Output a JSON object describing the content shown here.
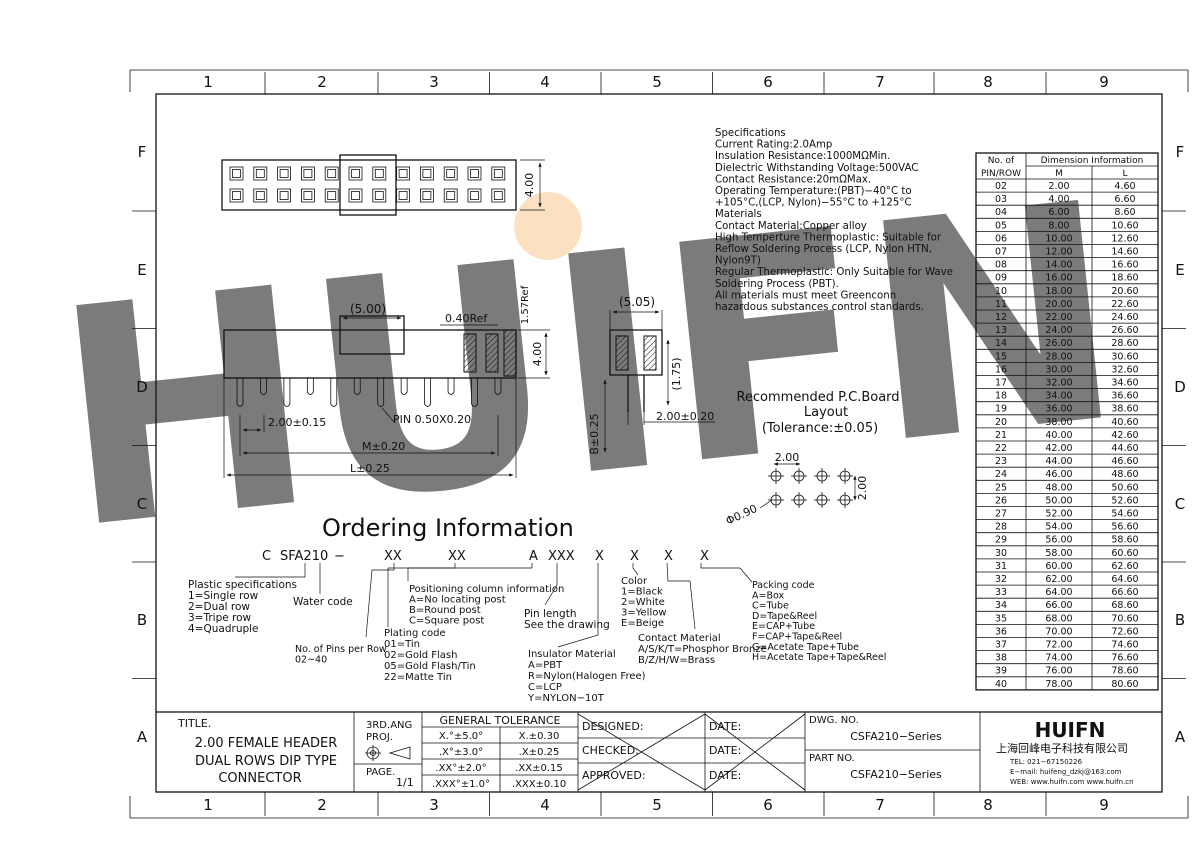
{
  "frame": {
    "columns": [
      "1",
      "2",
      "3",
      "4",
      "5",
      "6",
      "7",
      "8",
      "9"
    ],
    "rows": [
      "F",
      "E",
      "D",
      "C",
      "B",
      "A"
    ]
  },
  "watermark": {
    "text": "HUIFN"
  },
  "specifications": {
    "lines": [
      "Specifications",
      "Current Rating:2.0Amp",
      "Insulation Resistance:1000MΩMin.",
      "Dielectric Withstanding Voltage:500VAC",
      "Contact Resistance:20mΩMax.",
      "Operating Temperature:(PBT)−40°C to",
      "+105°C,(LCP, Nylon)−55°C to +125°C",
      "Materials",
      "Contact Material:Copper alloy",
      "High Temperture Thermoplastic: Suitable for",
      "Reflow Soldering Process (LCP, Nylon HTN,",
      "Nylon9T)",
      "Regular Thermoplastic: Only Suitable for Wave",
      "Soldering Process (PBT).",
      "All materials must meet Greenconn",
      "hazardous substances control standards."
    ]
  },
  "dims": {
    "top_height": "4.00",
    "side_width": "(5.00)",
    "side_ref": "0.40Ref",
    "side_ref2": "1.57Ref",
    "side_height": "4.00",
    "pin": "PIN  0.50X0.20",
    "pitch": "2.00±0.15",
    "m": "M±0.20",
    "l": "L±0.25",
    "end_width": "(5.05)",
    "end_h": "(1.75)",
    "end_b": "B±0.25",
    "end_pitch": "2.00±0.20"
  },
  "pcb": {
    "title1": "Recommended  P.C.Board",
    "title2": "Layout",
    "title3": "(Tolerance:±0.05)",
    "pitch_x": "2.00",
    "pitch_y": "2.00",
    "hole": "Φ0.90"
  },
  "ordering": {
    "title": "Ordering  Information",
    "code": [
      "C",
      "SFA210",
      "−",
      "XX",
      "XX",
      "A",
      "XXX",
      "X",
      "X",
      "X",
      "X"
    ],
    "plastic": [
      "Plastic specifications",
      "1=Single row",
      "2=Dual row",
      "3=Tripe row",
      "4=Quadruple"
    ],
    "water": "Water code",
    "pins": [
      "No. of Pins per Row",
      "02~40"
    ],
    "plating": [
      "Plating code",
      "01=Tin",
      "02=Gold  Flash",
      "05=Gold  Flash/Tin",
      "22=Matte  Tin"
    ],
    "position": [
      "Positioning column information",
      "A=No  locating  post",
      "B=Round  post",
      "C=Square  post"
    ],
    "pinlen": [
      "Pin  length",
      "See  the  drawing"
    ],
    "insulator": [
      "Insulator  Material",
      "A=PBT",
      "R=Nylon(Halogen Free)",
      "C=LCP",
      "Y=NYLON−10T"
    ],
    "color": [
      "Color",
      "1=Black",
      "2=White",
      "3=Yellow",
      "E=Beige"
    ],
    "contact": [
      "Contact  Material",
      "A/S/K/T=Phosphor Bronze",
      "B/Z/H/W=Brass"
    ],
    "packing": [
      "Packing code",
      "A=Box",
      "C=Tube",
      "D=Tape&Reel",
      "E=CAP+Tube",
      "F=CAP+Tape&Reel",
      "G=Acetate  Tape+Tube",
      "H=Acetate  Tape+Tape&Reel"
    ]
  },
  "dim_table": {
    "h1": "No.  of",
    "h2": "Dimension  Information",
    "h3": "PIN/ROW",
    "hm": "M",
    "hl": "L",
    "rows": [
      [
        "02",
        "2.00",
        "4.60"
      ],
      [
        "03",
        "4.00",
        "6.60"
      ],
      [
        "04",
        "6.00",
        "8.60"
      ],
      [
        "05",
        "8.00",
        "10.60"
      ],
      [
        "06",
        "10.00",
        "12.60"
      ],
      [
        "07",
        "12.00",
        "14.60"
      ],
      [
        "08",
        "14.00",
        "16.60"
      ],
      [
        "09",
        "16.00",
        "18.60"
      ],
      [
        "10",
        "18.00",
        "20.60"
      ],
      [
        "11",
        "20.00",
        "22.60"
      ],
      [
        "12",
        "22.00",
        "24.60"
      ],
      [
        "13",
        "24.00",
        "26.60"
      ],
      [
        "14",
        "26.00",
        "28.60"
      ],
      [
        "15",
        "28.00",
        "30.60"
      ],
      [
        "16",
        "30.00",
        "32.60"
      ],
      [
        "17",
        "32.00",
        "34.60"
      ],
      [
        "18",
        "34.00",
        "36.60"
      ],
      [
        "19",
        "36.00",
        "38.60"
      ],
      [
        "20",
        "38.00",
        "40.60"
      ],
      [
        "21",
        "40.00",
        "42.60"
      ],
      [
        "22",
        "42.00",
        "44.60"
      ],
      [
        "23",
        "44.00",
        "46.60"
      ],
      [
        "24",
        "46.00",
        "48.60"
      ],
      [
        "25",
        "48.00",
        "50.60"
      ],
      [
        "26",
        "50.00",
        "52.60"
      ],
      [
        "27",
        "52.00",
        "54.60"
      ],
      [
        "28",
        "54.00",
        "56.60"
      ],
      [
        "29",
        "56.00",
        "58.60"
      ],
      [
        "30",
        "58.00",
        "60.60"
      ],
      [
        "31",
        "60.00",
        "62.60"
      ],
      [
        "32",
        "62.00",
        "64.60"
      ],
      [
        "33",
        "64.00",
        "66.60"
      ],
      [
        "34",
        "66.00",
        "68.60"
      ],
      [
        "35",
        "68.00",
        "70.60"
      ],
      [
        "36",
        "70.00",
        "72.60"
      ],
      [
        "37",
        "72.00",
        "74.60"
      ],
      [
        "38",
        "74.00",
        "76.60"
      ],
      [
        "39",
        "76.00",
        "78.60"
      ],
      [
        "40",
        "78.00",
        "80.60"
      ]
    ]
  },
  "title_block": {
    "title_label": "TITLE.",
    "title_lines": [
      "2.00  FEMALE  HEADER",
      "DUAL  ROWS  DIP  TYPE",
      "CONNECTOR"
    ],
    "proj": [
      "3RD.ANG",
      "PROJ."
    ],
    "page_label": "PAGE.",
    "page": "1/1",
    "tol_title": "GENERAL  TOLERANCE",
    "tol": [
      [
        "X.°±5.0°",
        "X.±0.30"
      ],
      [
        ".X°±3.0°",
        ".X±0.25"
      ],
      [
        ".XX°±2.0°",
        ".XX±0.15"
      ],
      [
        ".XXX°±1.0°",
        ".XXX±0.10"
      ]
    ],
    "designed": "DESIGNED:",
    "checked": "CHECKED:",
    "approved": "APPROVED:",
    "date": "DATE:",
    "dwg_label": "DWG.  NO.",
    "dwg": "CSFA210−Series",
    "part_label": "PART  NO.",
    "part": "CSFA210−Series",
    "company_logo": "HUIFN",
    "company": "上海回峰电子科技有限公司",
    "tel": "TEL:  021−67150226",
    "email": "E−mail:  huifeng_dzkj@163.com",
    "web": "WEB:  www.huifn.com    www.huifn.cn"
  }
}
